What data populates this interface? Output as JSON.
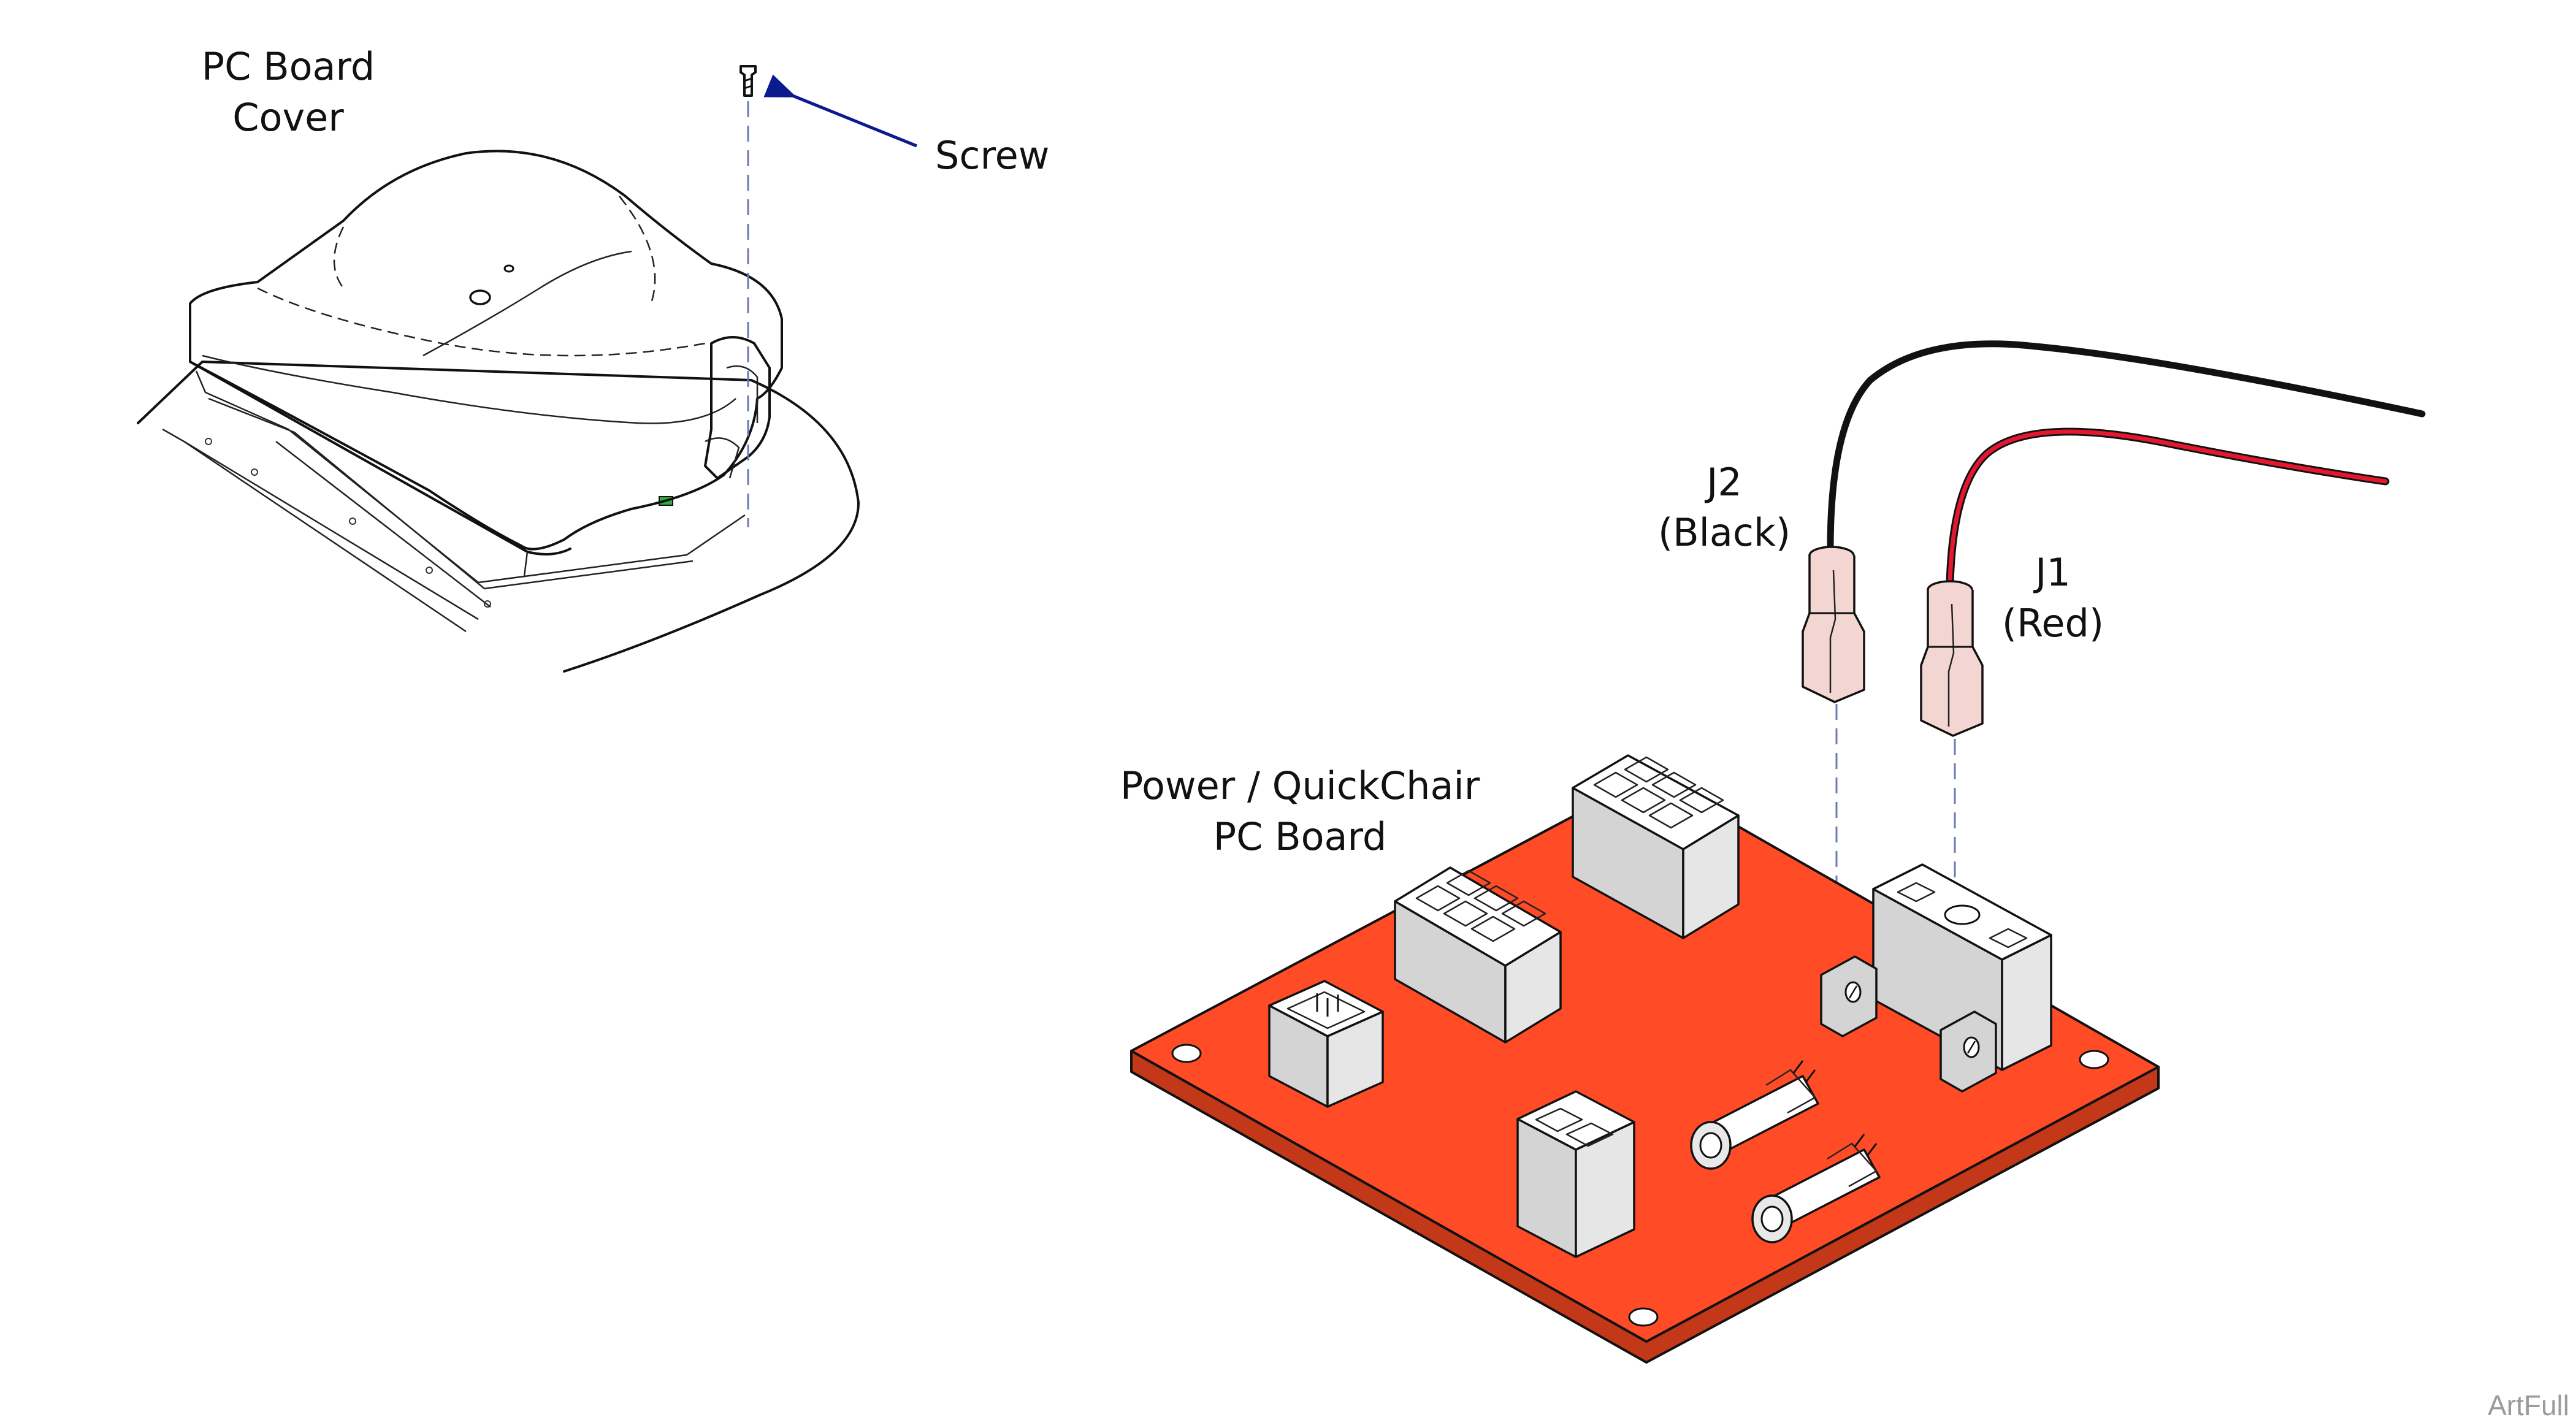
{
  "labels": {
    "cover": [
      "PC Board",
      "Cover"
    ],
    "screw": "Screw",
    "board": [
      "Power / QuickChair",
      "PC Board"
    ],
    "j2": [
      "J2",
      "(Black)"
    ],
    "j1": [
      "J1",
      "(Red)"
    ]
  },
  "watermark": "ArtFull",
  "colors": {
    "board": "#ff4c26",
    "board_edge": "#c23818",
    "wire_black": "#111111",
    "wire_red": "#e3172f",
    "arrow": "#0b1a8c",
    "terminal_pink": "#f3d6d2",
    "indicator_green": "#2fae3a"
  },
  "icons": [
    "arrow-right-to-left",
    "screw-icon"
  ]
}
